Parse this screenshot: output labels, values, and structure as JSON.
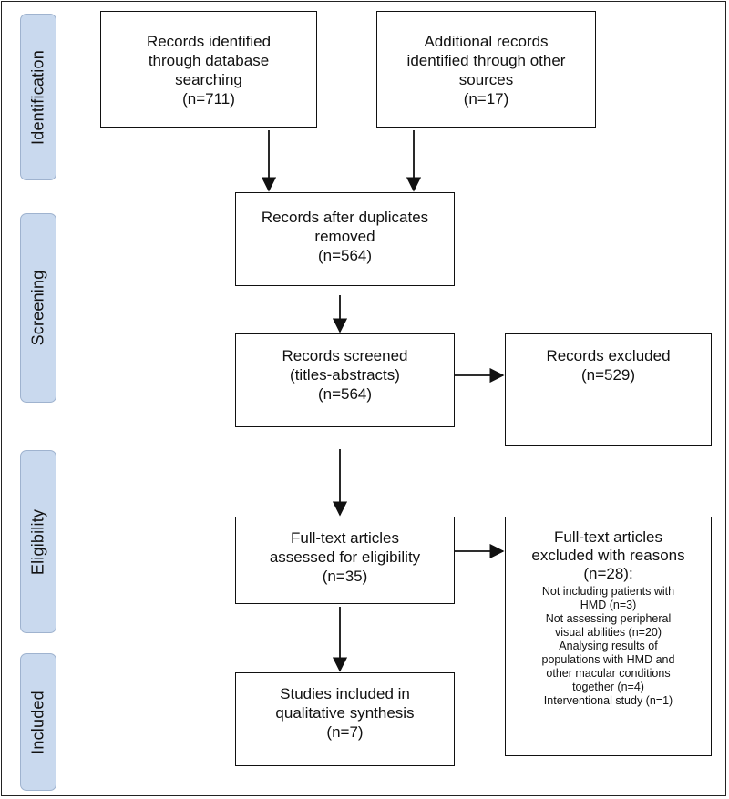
{
  "phases": {
    "identification": "Identification",
    "screening": "Screening",
    "eligibility": "Eligibility",
    "included": "Included"
  },
  "boxes": {
    "db_search": "Records identified\nthrough database\nsearching\n(n=711)",
    "other_sources": "Additional records\nidentified through other\nsources\n(n=17)",
    "after_duplicates": "Records after duplicates\nremoved\n(n=564)",
    "screened": "Records screened\n(titles-abstracts)\n(n=564)",
    "excluded": "Records excluded\n(n=529)",
    "fulltext_assessed": "Full-text articles\nassessed for eligibility\n(n=35)",
    "included_studies": "Studies included in\nqualitative synthesis\n(n=7)"
  },
  "fulltext_excluded": {
    "title": "Full-text articles\nexcluded with reasons",
    "n": "(n=28):",
    "reasons": [
      "Not including patients with\nHMD (n=3)",
      "Not assessing peripheral\nvisual abilities (n=20)",
      "Analysing  results of\npopulations with HMD and\nother macular conditions\ntogether (n=4)",
      "Interventional study (n=1)"
    ]
  }
}
